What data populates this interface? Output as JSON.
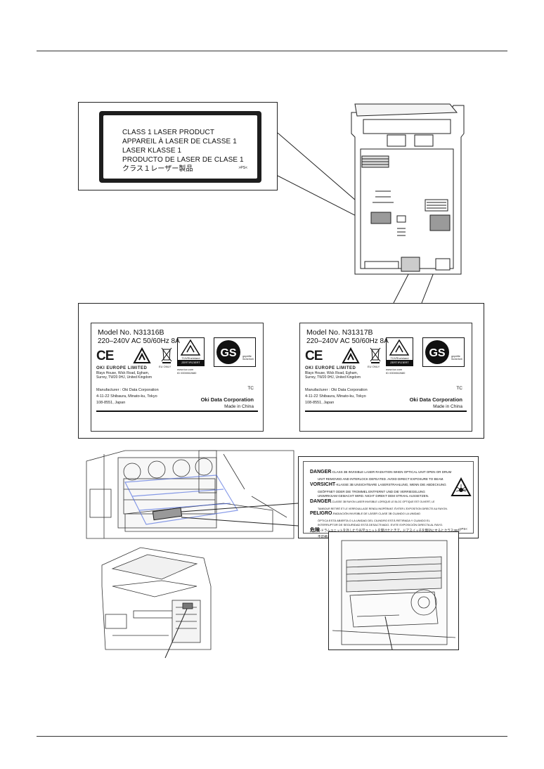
{
  "laser_label": {
    "lines": [
      "CLASS 1 LASER PRODUCT",
      "APPAREIL À LASER DE CLASSE 1",
      "LASER KLASSE 1",
      "PRODUCTO DE LASER DE CLASE 1",
      "クラス１レーザー製品"
    ],
    "code": ">PS<"
  },
  "rating_plates": [
    {
      "model": "Model No.  N31316B",
      "power": "220–240V AC  50/60Hz  8A",
      "eu_company": "OKI EUROPE LIMITED",
      "eu_address": "Blays House, Wick Road, Egham,\nSurrey, TW20 0HJ, United Kingdom",
      "eu_only": "EU ONLY",
      "tuv_name": "TÜVRheinland",
      "tuv_cert": "ZERTIFIZIERT",
      "tuv_web": "www.tuv.com\nID 0000062680",
      "gs_text": "geprüfte\nSicherheit",
      "manufacturer": "Manufacturer : Oki Data Corporation\n4-11-22 Shibaura, Minato-ku, Tokyo\n108-8551, Japan",
      "tc": "TC",
      "corp": "Oki Data Corporation",
      "made_in": "Made in China"
    },
    {
      "model": "Model No.  N31317B",
      "power": "220–240V AC  50/60Hz  8A",
      "eu_company": "OKI EUROPE LIMITED",
      "eu_address": "Blays House, Wick Road, Egham,\nSurrey, TW20 0HJ, United Kingdom",
      "eu_only": "EU ONLY",
      "tuv_name": "TÜVRheinland",
      "tuv_cert": "ZERTIFIZIERT",
      "tuv_web": "www.tuv.com\nID 0000062680",
      "gs_text": "geprüfte\nSicherheit",
      "manufacturer": "Manufacturer : Oki Data Corporation\n4-11-22 Shibaura, Minato-ku, Tokyo\n108-8551, Japan",
      "tc": "TC",
      "corp": "Oki Data Corporation",
      "made_in": "Made in China"
    }
  ],
  "danger_label": {
    "lines": [
      {
        "head": "DANGER",
        "text": "-CLASS 3B INVISIBLE LASER RADIATION WHEN OPTICAL UNIT OPEN OR DRUM"
      },
      {
        "head": "",
        "text": "UNIT REMOVED AND INTERLOCK DEFEATED. AVOID DIRECT EXPOSURE TO BEAM."
      },
      {
        "head": "VORSICHT",
        "text": "-KLASSE 3B UNSICHTBARE LASERSTRAHLUNG, WENN DIE ABDECKUNG"
      },
      {
        "head": "",
        "text": "GEÖFFNET ODER DIE TROMMEL ENTFERNT UND DIE VERRIEGELUNG"
      },
      {
        "head": "",
        "text": "UNWIRKSAM GEMACHT WIRD. NICHT DIREKT DEM STRAHL AUSSETZEN."
      },
      {
        "head": "DANGER",
        "text": "-CLASSE 3B RAYON LASER INVISIBLE LORSQUE LE BLOC OPTIQUE EST OUVERT, LE"
      },
      {
        "head": "",
        "text": "TAMBOUR RETIRÉ ET LE VERROUILLAGE RENDU INOPÉRANT. ÉVITER L'EXPOSITION DIRECTE AU RAYON."
      },
      {
        "head": "PELIGRO",
        "text": "-RADIACIÓN INVISIBLE DE LÁSER CLASE 3B CUANDO LA UNIDAD"
      },
      {
        "head": "",
        "text": "ÓPTICA ESTÁ ABIERTA O LA UNIDAD DEL CILINDRO ESTÁ RETIRADA Y CUANDO EL"
      },
      {
        "head": "",
        "text": "INTERRUPTOR DE SEGURIDAD ESTÁ DESACTIVADO.  EVITE EXPOSICIÓN DIRECTA AL RAYO."
      },
      {
        "head": "危険",
        "text": "-ドラムユニットを外したり光学ユニットを開けたときで、ドアスイッチを無効にするとクラス3Bの"
      },
      {
        "head": "",
        "text": "不可視レーザー放射が出ます。ビームへの直接暴露を避けてください。"
      }
    ],
    "code": ">PS<"
  }
}
